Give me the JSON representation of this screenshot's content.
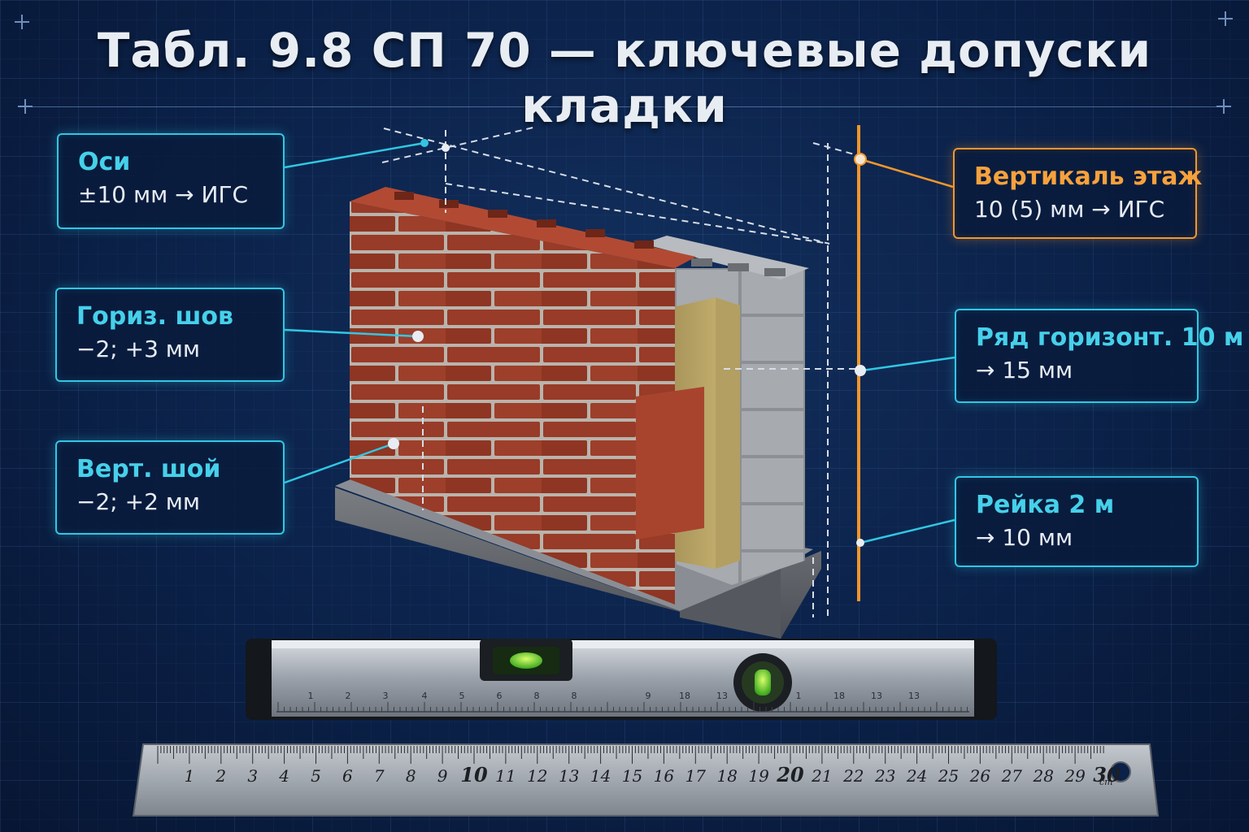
{
  "title": "Табл. 9.8 СП 70 — ключевые допуски кладки",
  "callouts": {
    "axes": {
      "heading": "Оси",
      "value": "±10 мм → ИГС"
    },
    "horizontal_joint": {
      "heading": "Гориз. шов",
      "value": "−2; +3 мм"
    },
    "vertical_joint": {
      "heading": "Верт. шой",
      "value": "−2; +2 мм"
    },
    "floor_vertical": {
      "heading": "Вертикаль этаж",
      "value": "10 (5) мм → ИГС"
    },
    "row_horizontal": {
      "heading": "Ряд горизонт. 10 м",
      "value": "→ 15 мм"
    },
    "rail_2m": {
      "heading": "Рейка 2 м",
      "value": "→ 10 мм"
    }
  },
  "level_tool": {
    "scale_labels": [
      "1",
      "2",
      "3",
      "4",
      "5",
      "6",
      "8",
      "8",
      "9",
      "18",
      "13",
      "1",
      "18",
      "13",
      "13"
    ]
  },
  "ruler": {
    "numbers": [
      "1",
      "2",
      "3",
      "4",
      "5",
      "6",
      "7",
      "8",
      "9",
      "10",
      "11",
      "12",
      "13",
      "14",
      "15",
      "16",
      "17",
      "18",
      "19",
      "20",
      "21",
      "22",
      "23",
      "24",
      "25",
      "26",
      "27",
      "28",
      "29",
      "30"
    ],
    "unit": "cm"
  },
  "colors": {
    "accent_cyan": "#31c7e3",
    "accent_orange": "#f3962c",
    "brick": "#a5402c",
    "background": "#0b2148"
  }
}
